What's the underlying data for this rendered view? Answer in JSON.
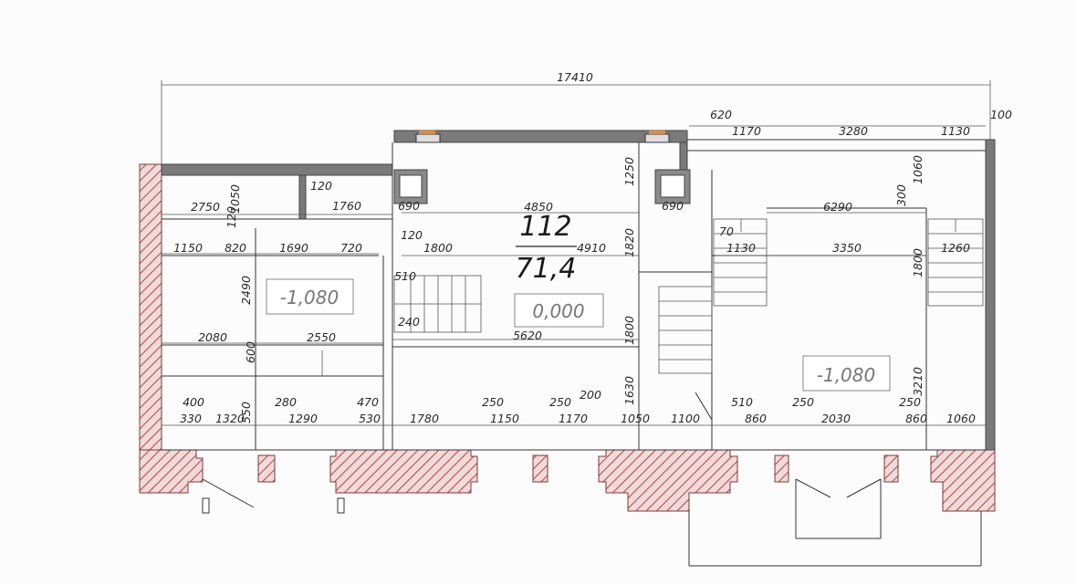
{
  "room": {
    "number": "112",
    "area": "71,4"
  },
  "levels": {
    "left": "-1,080",
    "center": "0,000",
    "right": "-1,080"
  },
  "dimensions": {
    "overall": "17410",
    "top_right": [
      "620",
      "1170",
      "3280",
      "1130",
      "100"
    ],
    "left_block": [
      "2750",
      "1050",
      "120",
      "120",
      "1760",
      "690"
    ],
    "center_block": [
      "4850",
      "690",
      "1250",
      "1820",
      "4910",
      "120",
      "1800"
    ],
    "right_block": [
      "300",
      "1060",
      "6290",
      "70",
      "1130",
      "3350",
      "1260",
      "1800"
    ],
    "left_row2": [
      "1150",
      "820",
      "1690",
      "720",
      "2490",
      "510",
      "240"
    ],
    "mid_row": [
      "2080",
      "2550",
      "600",
      "5620",
      "1800",
      "1630",
      "3210"
    ],
    "bottom_upper": [
      "400",
      "280",
      "470",
      "250",
      "250",
      "200",
      "510",
      "250",
      "250"
    ],
    "bottom_lower": [
      "330",
      "1320",
      "550",
      "1290",
      "530",
      "1780",
      "1150",
      "1170",
      "1050",
      "1100",
      "860",
      "2030",
      "860",
      "1060"
    ]
  }
}
